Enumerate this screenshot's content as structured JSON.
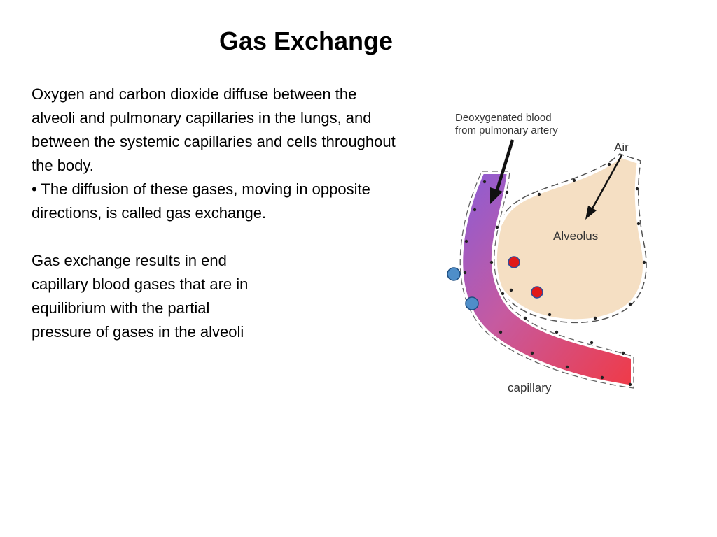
{
  "slide": {
    "title": "Gas Exchange",
    "paragraphs": [
      "Oxygen and carbon dioxide diffuse between the alveoli and pulmonary capillaries in the lungs, and",
      "between the systemic capillaries and cells throughout the body.",
      "• The diffusion of these gases, moving in opposite directions, is called gas exchange."
    ],
    "paragraphs_2": [
      "Gas exchange results in end capillary blood gases that are in equilibrium with the partial pressure of gases in the alveoli"
    ]
  },
  "figure": {
    "labels": {
      "deoxy_line1": "Deoxygenated blood",
      "deoxy_line2": "from pulmonary artery",
      "air": "Air",
      "alveolus": "Alveolus",
      "capillary": "capillary"
    },
    "colors": {
      "alveolus_fill": "#f5dfc3",
      "capillary_start": "#8a5cd6",
      "capillary_end": "#f03a46",
      "oxygen_dot": "#e01818",
      "co2_dot": "#4e8ec9"
    }
  }
}
